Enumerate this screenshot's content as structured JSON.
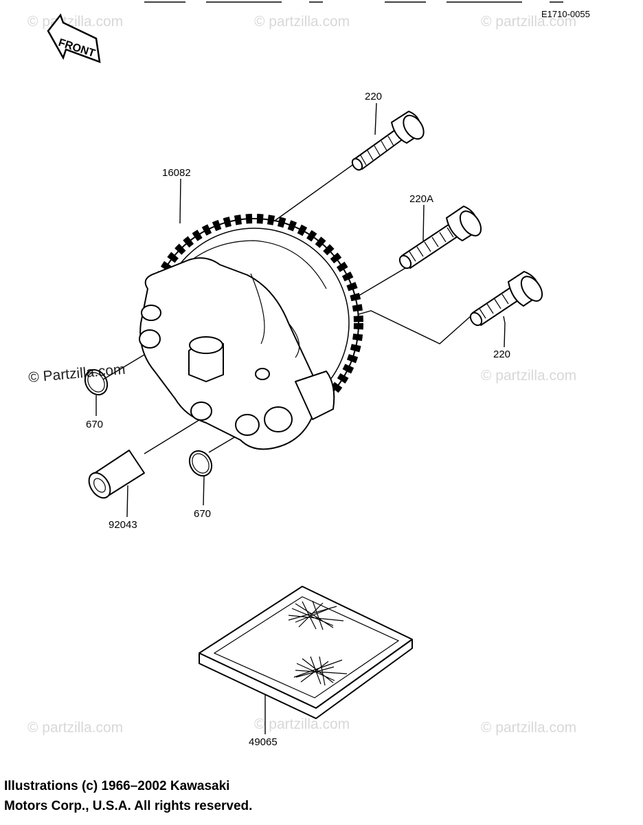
{
  "diagram_code": "E1710-0055",
  "front_label": "FRONT",
  "watermark": "© Partzilla.com",
  "watermark_faint": "© partzilla.com",
  "labels": {
    "bolt_top": "220",
    "gear": "16082",
    "bolt_mid": "220A",
    "bolt_low": "220",
    "oring_left": "670",
    "oring_right": "670",
    "dowel": "92043",
    "screen": "49065"
  },
  "copyright_line1": "Illustrations (c) 1966–2002 Kawasaki",
  "copyright_line2": "Motors Corp., U.S.A.  All rights reserved."
}
